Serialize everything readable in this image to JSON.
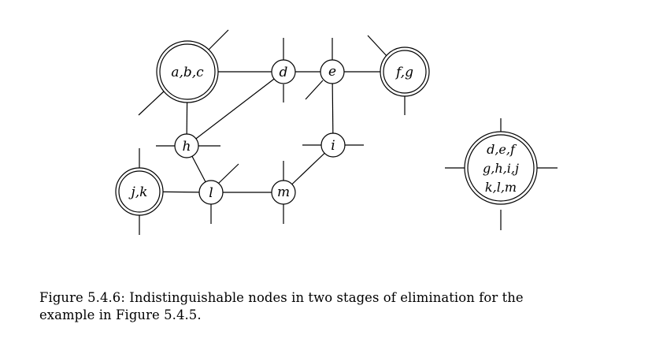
{
  "diagram": {
    "nodes": [
      {
        "id": "abc",
        "label": "a,b,c",
        "double": true
      },
      {
        "id": "d",
        "label": "d",
        "double": false
      },
      {
        "id": "e",
        "label": "e",
        "double": false
      },
      {
        "id": "fg",
        "label": "f,g",
        "double": true
      },
      {
        "id": "h",
        "label": "h",
        "double": false
      },
      {
        "id": "i",
        "label": "i",
        "double": false
      },
      {
        "id": "jk",
        "label": "j,k",
        "double": true
      },
      {
        "id": "l",
        "label": "l",
        "double": false
      },
      {
        "id": "m",
        "label": "m",
        "double": false
      },
      {
        "id": "merged",
        "label_lines": [
          "d,e,f",
          "g,h,i,j",
          "k,l,m"
        ],
        "double": true
      }
    ],
    "edges": [
      [
        "abc",
        "d"
      ],
      [
        "d",
        "e"
      ],
      [
        "e",
        "fg"
      ],
      [
        "d",
        "h"
      ],
      [
        "abc",
        "h"
      ],
      [
        "e",
        "i"
      ],
      [
        "i",
        "m"
      ],
      [
        "h",
        "l"
      ],
      [
        "jk",
        "l"
      ],
      [
        "l",
        "m"
      ]
    ]
  },
  "caption": {
    "line1": "Figure 5.4.6: Indistinguishable nodes in two stages of elimination for the",
    "line2": "example in Figure 5.4.5."
  }
}
